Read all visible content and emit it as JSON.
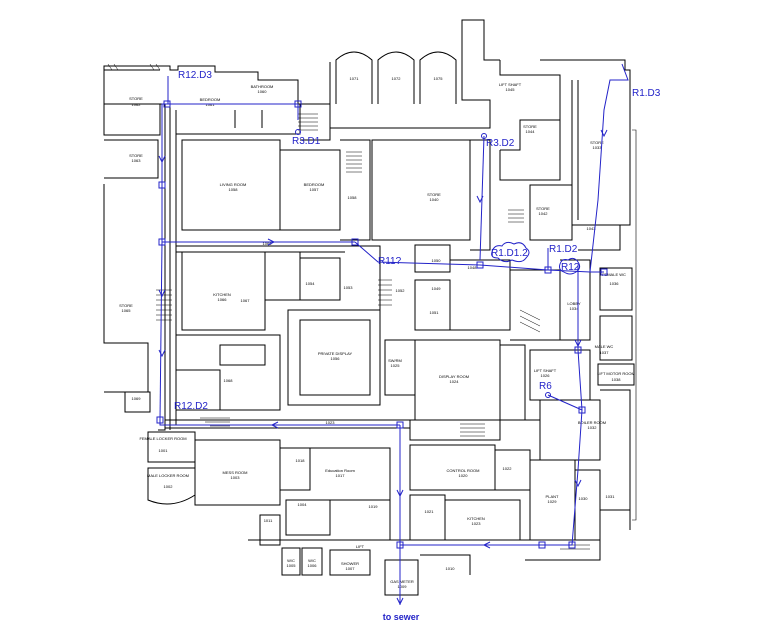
{
  "rooms": {
    "store_top": "STORE",
    "store_top_id": "1062",
    "bedroom": "BEDROOM",
    "bedroom_id": "1061",
    "bathroom": "BATHROOM",
    "bathroom_id": "1060",
    "r1071": "1071",
    "r1072": "1072",
    "r1075": "1075",
    "lift_shaft": "LIFT SHAFT",
    "lift_shaft_id": "1045",
    "store_1044": "STORE",
    "store_1044_id": "1044",
    "store_1033": "STORE",
    "store_1033_id": "1033",
    "store_small": "STORE",
    "store_small_id": "1063",
    "living_room": "LIVING ROOM",
    "living_room_id": "1058",
    "bedroom2": "BEDROOM",
    "bedroom2_id": "1057",
    "r1058": "1058",
    "store_1040": "STORE",
    "store_1040_id": "1040",
    "store_1042": "STORE",
    "store_1042_id": "1042",
    "r1043": "1043",
    "r1060": "1060",
    "store_left": "STORE",
    "store_left_id": "1065",
    "kitchen": "KITCHEN",
    "kitchen_id": "1066",
    "r1067": "1067",
    "r1054": "1054",
    "r1053": "1053",
    "r1050": "1050",
    "r1049": "1049",
    "r1048": "1048",
    "r1051": "1051",
    "r1052": "1052",
    "female_wc": "FEMALE WC",
    "female_wc_id": "1036",
    "lobby": "LOBBY",
    "lobby_id": "1034",
    "private_display": "PRIVATE DISPLAY",
    "private_display_id": "1056",
    "r1068": "1068",
    "swr": "SW/RM",
    "swr_id": "1025",
    "display_room": "DISPLAY ROOM",
    "display_room_id": "1024",
    "lift_shaft2": "LIFT SHAFT",
    "lift_shaft2_id": "1026",
    "male_wc": "MALE WC",
    "male_wc_id": "1037",
    "lift_motor": "LIFT MOTOR ROOM",
    "lift_motor_id": "1038",
    "r1069": "1069",
    "boiler_room": "BOILER ROOM",
    "boiler_room_id": "1032",
    "r1023": "1023",
    "female_locker": "FEMALE LOCKER ROOM",
    "female_locker_id": "1001",
    "male_locker": "MALE LOCKER ROOM",
    "male_locker_id": "1002",
    "mess_room": "MESS ROOM",
    "mess_room_id": "1003",
    "r1018": "1018",
    "education": "Education Room",
    "education_id": "1017",
    "control_room": "CONTROL ROOM",
    "control_room_id": "1020",
    "r1022": "1022",
    "r1004": "1004",
    "r1019": "1019",
    "r1021": "1021",
    "kitchen2": "KITCHEN",
    "kitchen2_id": "1023",
    "plant": "PLANT",
    "plant_id": "1029",
    "r1030": "1030",
    "r1031": "1031",
    "r1011": "1011",
    "wc1": "W/C",
    "wc1_id": "1005",
    "wc2": "W/C",
    "wc2_id": "1006",
    "shower": "SHOWER",
    "shower_id": "1007",
    "gas_meter": "GAS METER",
    "gas_meter_id": "1009",
    "r1010": "1010",
    "lift_label": "LIFT"
  },
  "drainage_labels": {
    "r12d3": "R12.D3",
    "r1d3": "R1.D3",
    "r3d1": "R3.D1",
    "r3d2": "R3.D2",
    "r1d2": "R1.D2",
    "r1d12": "R1.D1.2",
    "r12": "R12",
    "r11": "R11?",
    "r6": "R6",
    "r12d2": "R12.D2"
  },
  "outlet_label": "to sewer",
  "colors": {
    "pipe": "#2323c8",
    "wall": "#000000"
  }
}
